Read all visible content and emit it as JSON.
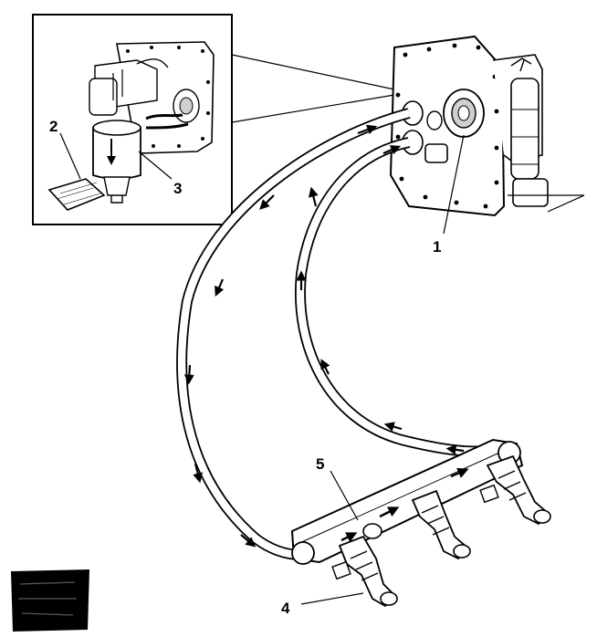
{
  "callouts": {
    "c1": "1",
    "c2": "2",
    "c3": "3",
    "c4": "4",
    "c5": "5"
  },
  "colors": {
    "ink": "#000000",
    "paper": "#ffffff",
    "shade": "#cfcfcf"
  }
}
